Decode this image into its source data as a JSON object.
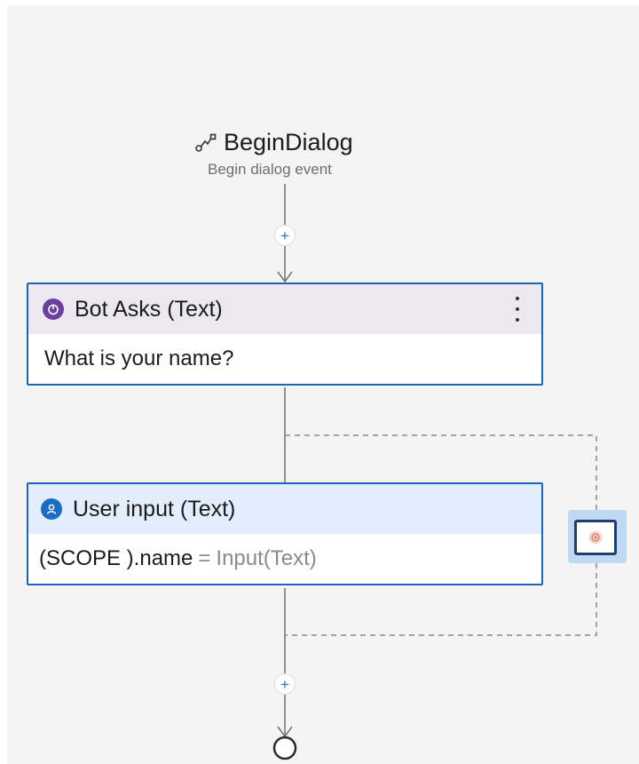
{
  "trigger": {
    "title": "BeginDialog",
    "subtitle": "Begin dialog event",
    "icon": "trigger-branch-icon"
  },
  "actions": [
    {
      "header": "Bot Asks (Text)",
      "icon": "bot-icon",
      "body": "What is your name?",
      "has_more_menu": true
    },
    {
      "header": "User input (Text)",
      "icon": "user-icon",
      "property": "(SCOPE ).name",
      "operator": "=",
      "expression": "Input(Text)"
    }
  ],
  "add_button_symbol": "+",
  "colors": {
    "accent": "#1c64b9",
    "bot_badge": "#6b3fa0",
    "user_badge": "#1b6dc4",
    "bot_header_bg": "#ebe8f1",
    "user_header_bg": "#e3eefc",
    "connector": "#707070"
  }
}
